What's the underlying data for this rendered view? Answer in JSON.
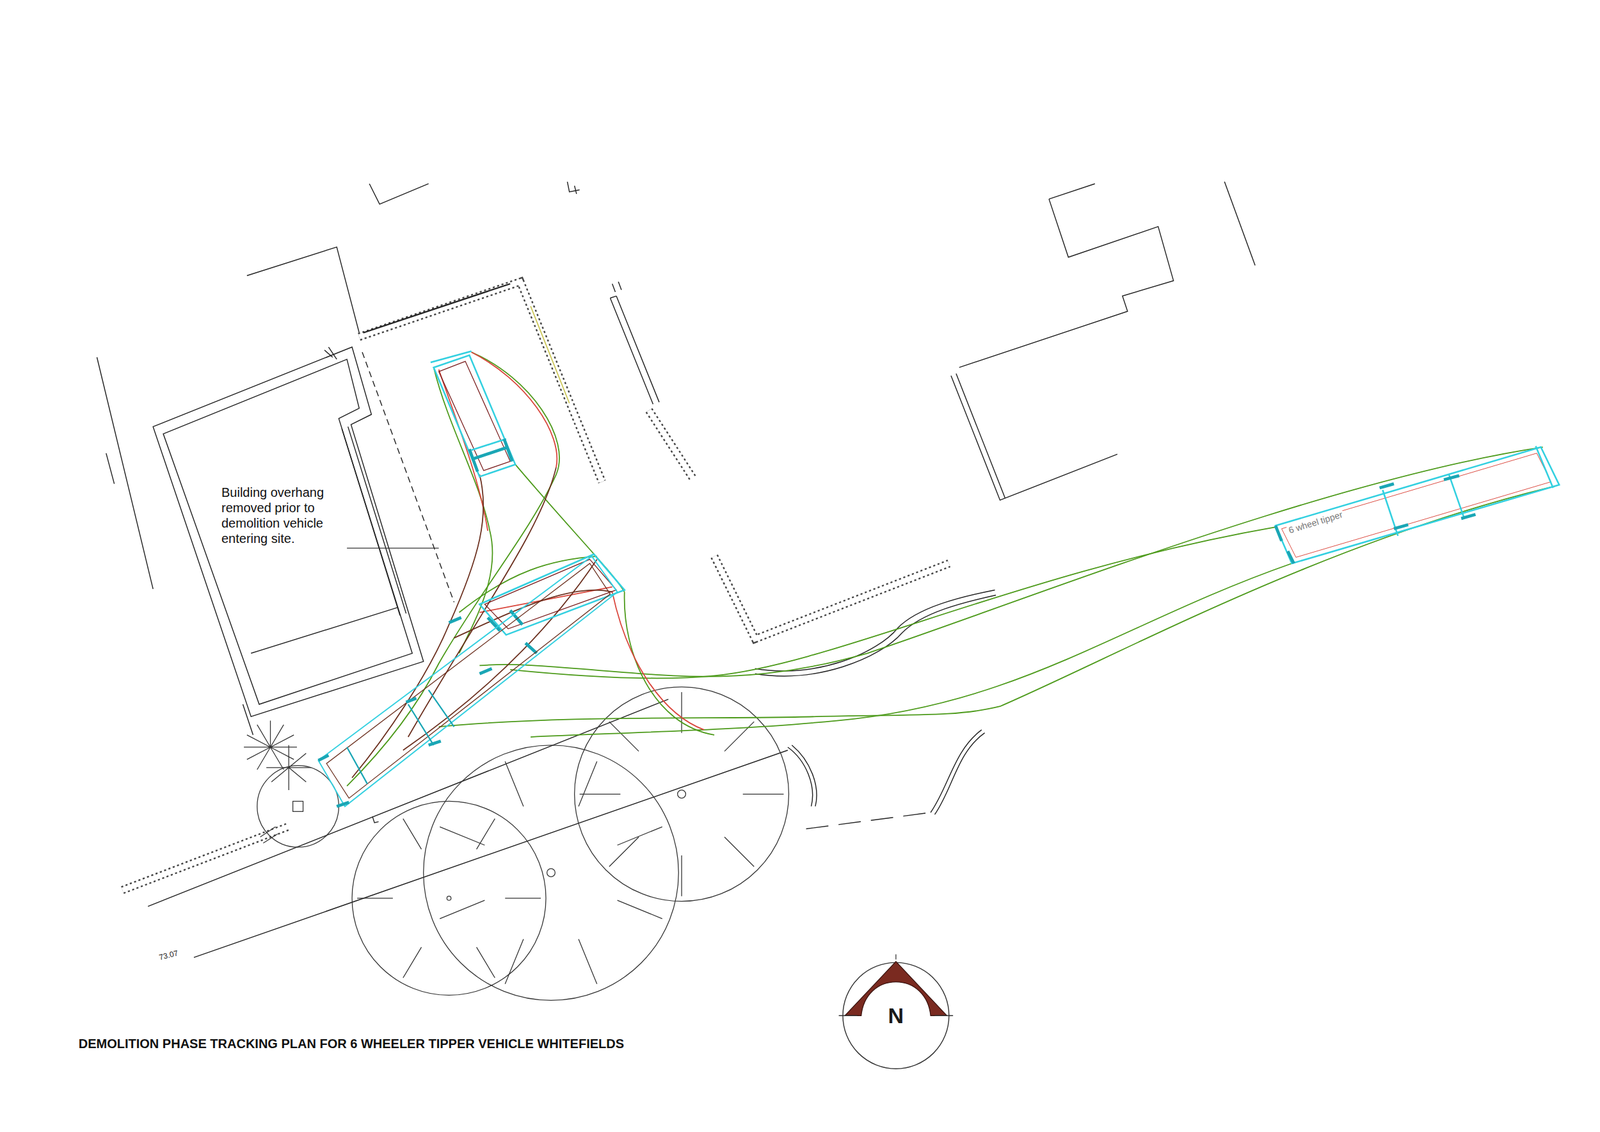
{
  "diagram": {
    "title": "DEMOLITION PHASE TRACKING PLAN FOR 6 WHEELER TIPPER VEHICLE WHITEFIELDS",
    "labels": [
      "Building overhang removed prior to demolition vehicle entering site.",
      "6 wheel tipper",
      "73.07",
      "N"
    ]
  }
}
